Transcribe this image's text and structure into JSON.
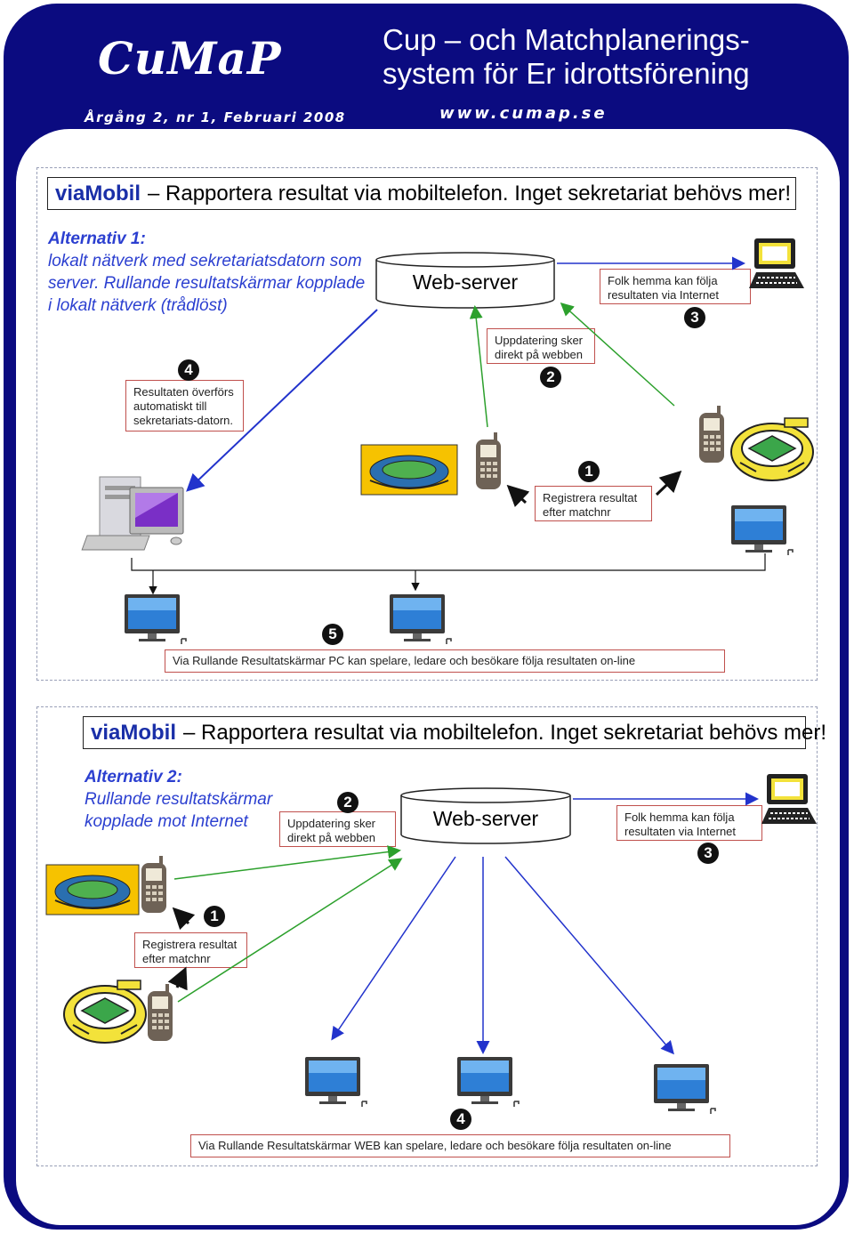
{
  "header": {
    "logo": "CuMaP",
    "issue": "Årgång 2, nr 1, Februari 2008",
    "tagline": "Cup – och Matchplanerings-system för Er idrottsförening",
    "url": "www.cumap.se"
  },
  "colors": {
    "frame": "#0b0b80",
    "brand": "#1a2fa8",
    "alt_text": "#2b3fd0",
    "box_border": "#c0504d",
    "arrow_blue": "#2233cc",
    "arrow_green": "#2ca02c"
  },
  "panel1": {
    "header_brand": "viaMobil",
    "header_text": "– Rapportera resultat via mobiltelefon. Inget sekretariat behövs mer!",
    "alt_title": "Alternativ 1:",
    "alt_desc": "lokalt nätverk med sekretariatsdatorn som server. Rullande resultatskärmar kopplade i lokalt nätverk (trådlöst)",
    "server_label": "Web-server",
    "box_home": "Folk hemma kan följa resultaten via Internet",
    "box_update": "Uppdatering sker direkt på webben",
    "box_transfer": "Resultaten överförs automatiskt till sekretariats-datorn.",
    "box_register": "Registrera resultat efter matchnr",
    "box_screens": "Via Rullande Resultatskärmar PC kan spelare, ledare och besökare följa resultaten on-line",
    "numbers": [
      "1",
      "2",
      "3",
      "4",
      "5"
    ]
  },
  "panel2": {
    "header_brand": "viaMobil",
    "header_text": "– Rapportera resultat via mobiltelefon. Inget sekretariat behövs mer!",
    "alt_title": "Alternativ 2:",
    "alt_desc": "Rullande resultatskärmar kopplade mot Internet",
    "server_label": "Web-server",
    "box_home": "Folk hemma kan följa resultaten via Internet",
    "box_update": "Uppdatering sker direkt på webben",
    "box_register": "Registrera resultat efter matchnr",
    "box_screens": "Via Rullande Resultatskärmar WEB kan spelare, ledare och besökare följa resultaten on-line",
    "numbers": [
      "1",
      "2",
      "3",
      "4"
    ]
  },
  "icons": [
    "web-server-icon",
    "mobile-phone-icon",
    "stadium-icon",
    "laptop-icon",
    "desktop-computer-icon",
    "monitor-icon"
  ]
}
